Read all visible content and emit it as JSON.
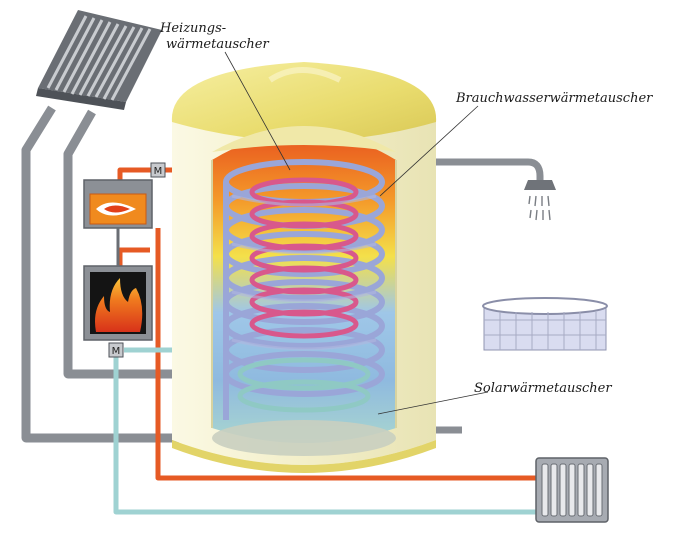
{
  "labels": {
    "heating_line1": "Heizungs-",
    "heating_line2": "wärmetauscher",
    "dhw": "Brauchwasserwärmetauscher",
    "solar": "Solarwärmetauscher"
  },
  "components": {
    "valve_top": "M",
    "valve_bottom": "M"
  },
  "colors": {
    "pipe_grey": "#8a8e94",
    "pipe_orange": "#e65a24",
    "pipe_cyan": "#9fd2d2",
    "coil_blue": "#9aa6d8",
    "coil_pink": "#d8588c",
    "tank_shell": "#f5f1c8",
    "tank_lid": "#ebe07a"
  }
}
